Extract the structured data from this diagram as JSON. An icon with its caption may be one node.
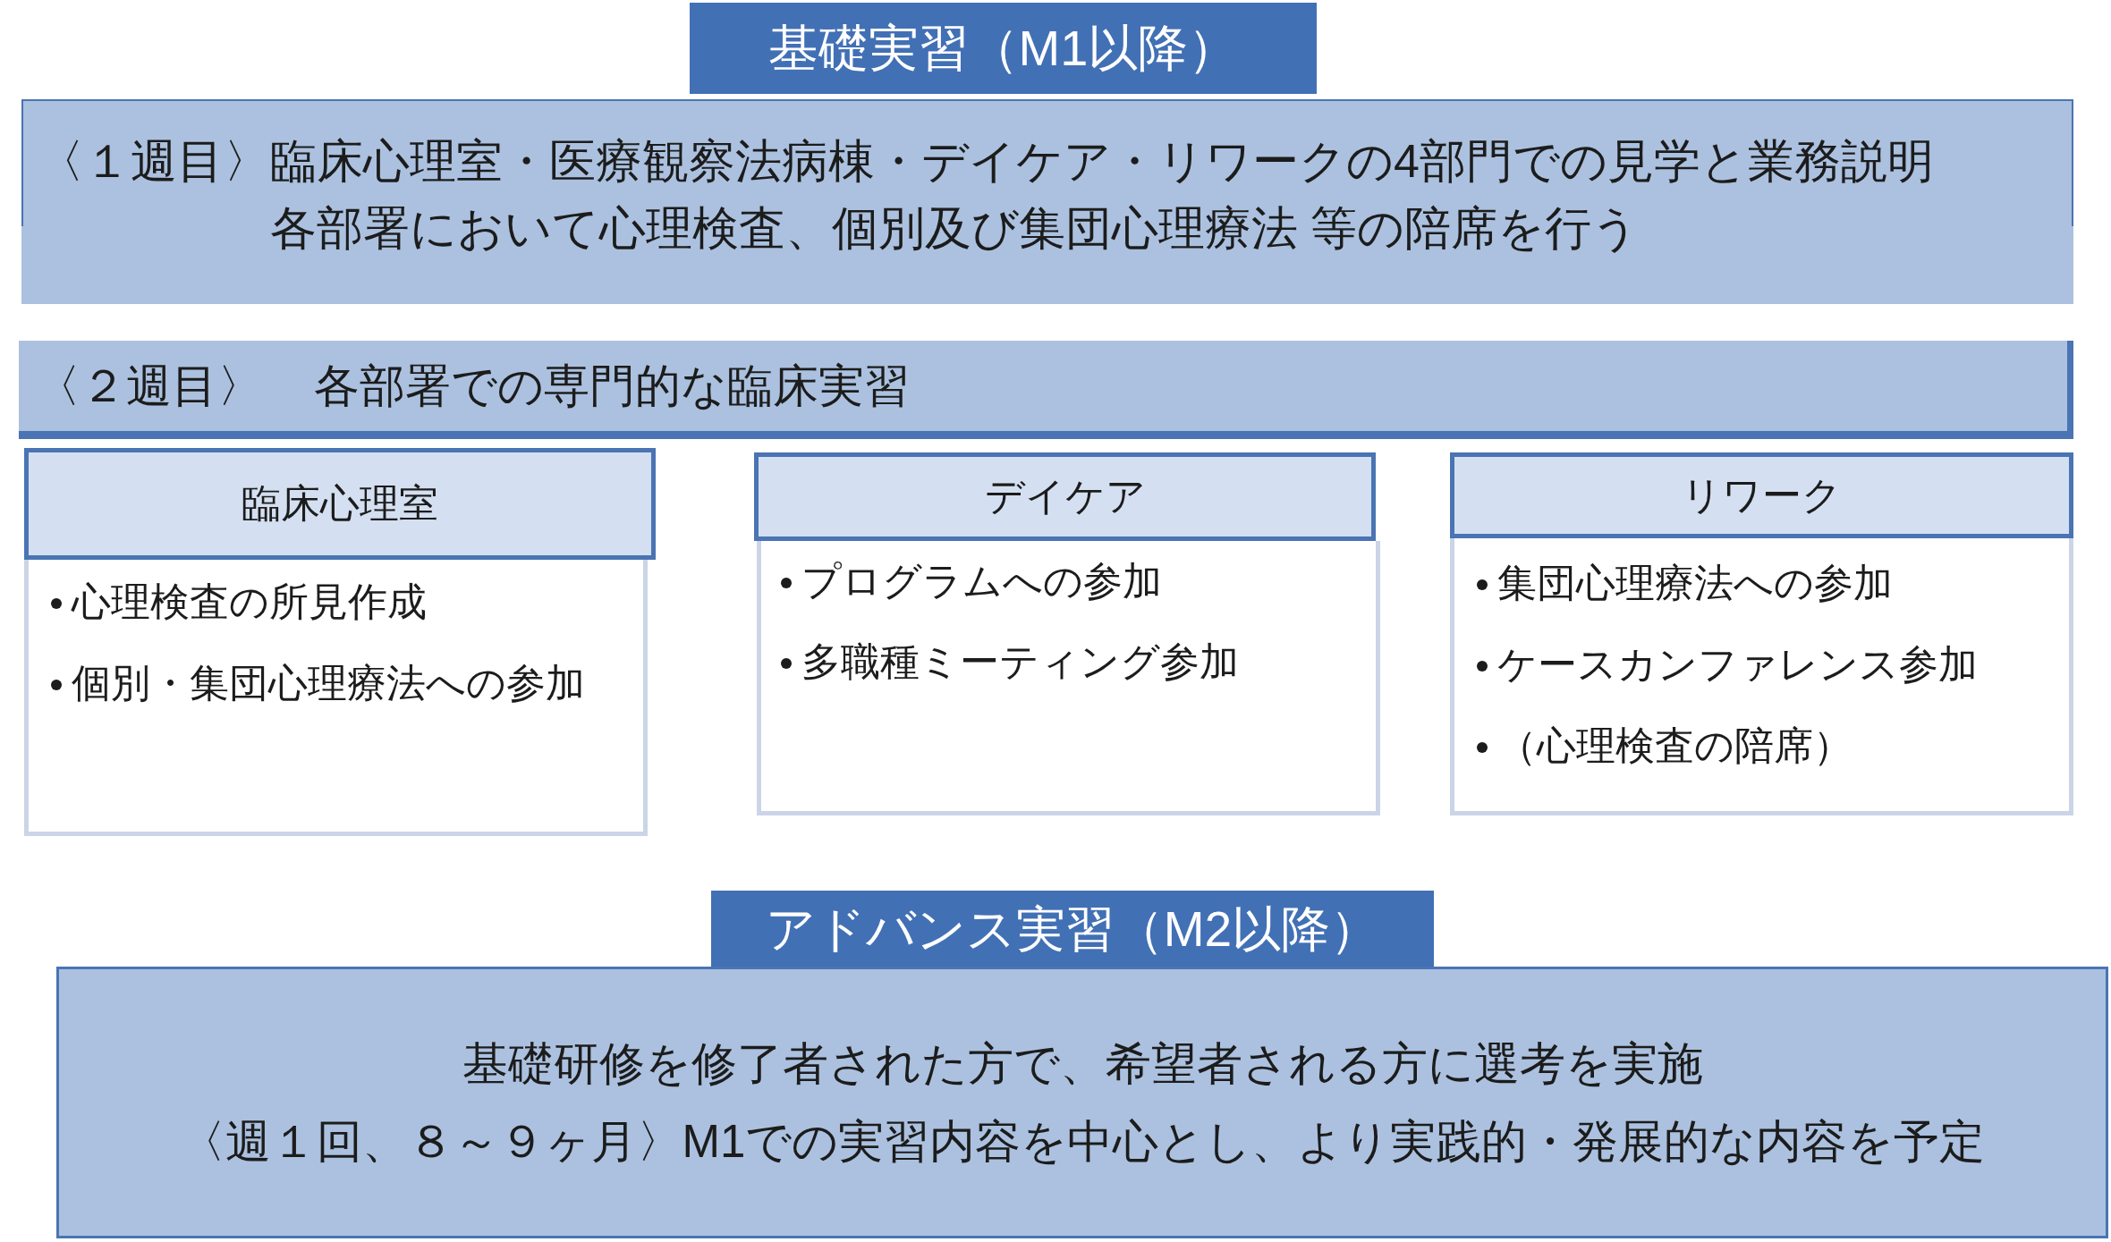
{
  "diagram": {
    "nodes": [
      {
        "text": [
          "基礎実習（M1以降）"
        ]
      },
      {
        "text": [
          "〈１週目〉",
          "臨床心理室・医療観察法病棟・デイケア・リワークの4部門での見学と業務説明",
          "各部署において心理検査、個別及び集団心理療法 等の陪席を行う"
        ]
      },
      {
        "text": [
          "〈２週目〉",
          "各部署での専門的な臨床実習"
        ]
      },
      {
        "text": [
          "臨床心理室"
        ]
      },
      {
        "text": [
          "心理検査の所見作成",
          "個別・集団心理療法への参加"
        ]
      },
      {
        "text": [
          "デイケア"
        ]
      },
      {
        "text": [
          "プログラムへの参加",
          "多職種ミーティング参加"
        ]
      },
      {
        "text": [
          "リワーク"
        ]
      },
      {
        "text": [
          "集団心理療法への参加",
          "ケースカンファレンス参加",
          "（心理検査の陪席）"
        ]
      },
      {
        "text": [
          "アドバンス実習（M2以降）"
        ]
      },
      {
        "text": [
          "基礎研修を修了者された方で、希望者される方に選考を実施",
          "〈週１回、８～９ヶ月〉M1での実習内容を中心とし、より実践的・発展的な内容を予定"
        ]
      }
    ]
  }
}
